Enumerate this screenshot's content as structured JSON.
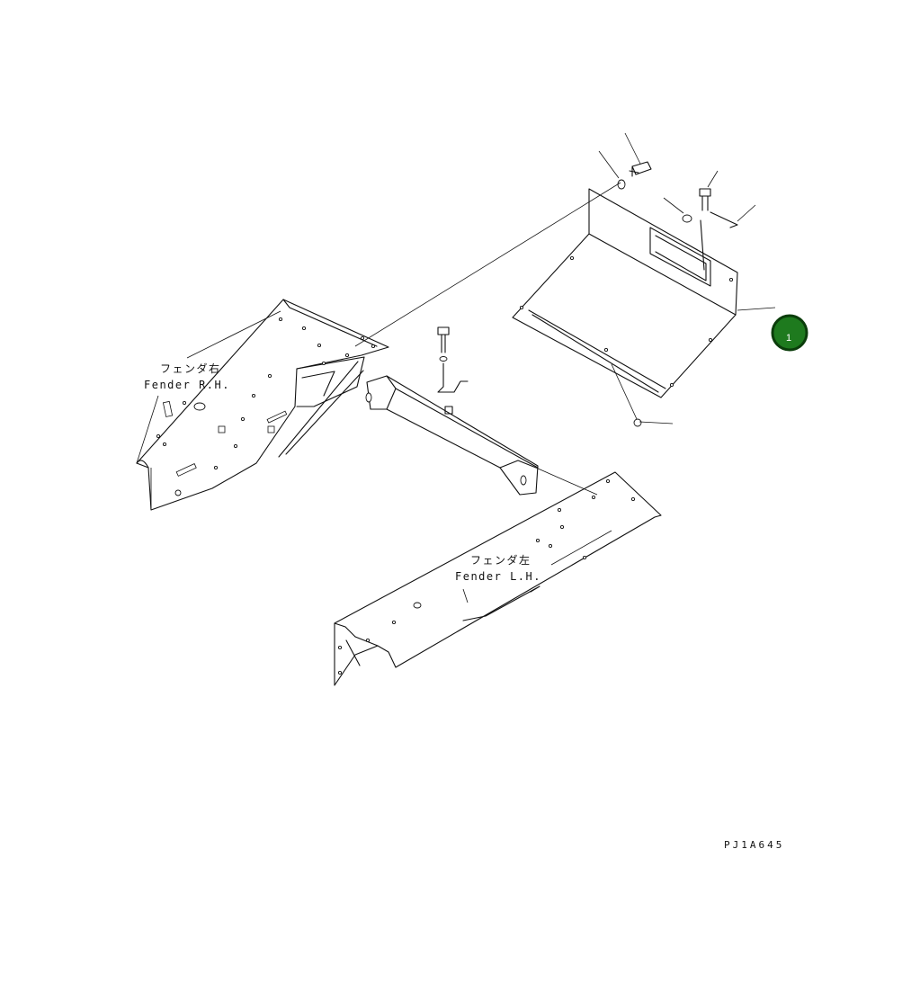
{
  "labels": {
    "fender_rh_jp": "フェンダ右",
    "fender_rh_en": "Fender R.H.",
    "fender_lh_jp": "フェンダ左",
    "fender_lh_en": "Fender L.H."
  },
  "callout": {
    "number": "1",
    "fill": "#1e7a1e",
    "stroke": "#0b3d0b"
  },
  "drawing_code": "PJ1A645"
}
